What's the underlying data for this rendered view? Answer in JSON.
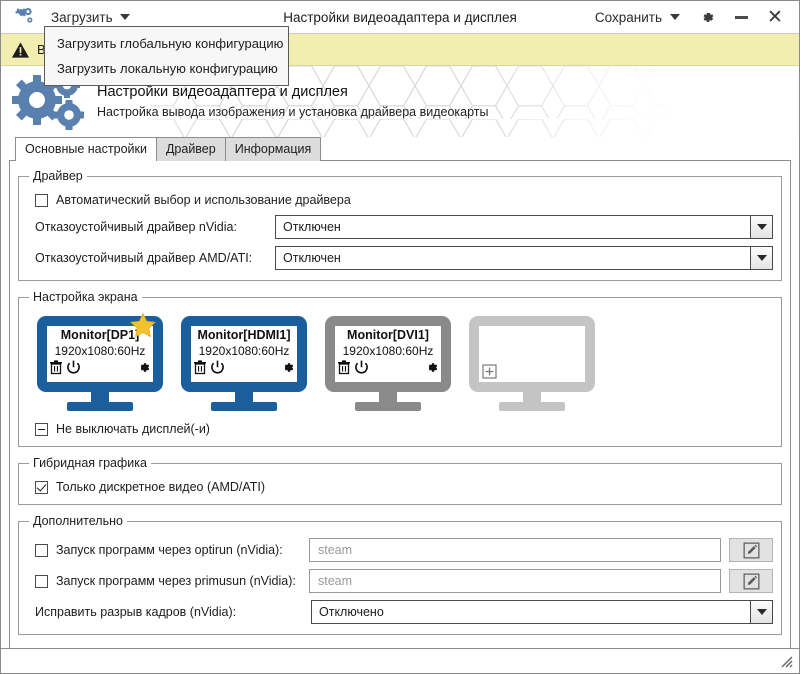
{
  "window": {
    "app_icon": "gears-icon",
    "title": "Настройки видеоадаптера и дисплея",
    "load_menu_label": "Загрузить",
    "save_menu_label": "Сохранить",
    "settings_icon": "gear-icon",
    "minimize_icon": "minimize-icon",
    "close_icon": "close-icon",
    "resize_grip_icon": "resize-grip-icon"
  },
  "dropdown": {
    "open": true,
    "items": [
      {
        "label": "Загрузить глобальную конфигурацию"
      },
      {
        "label": "Загрузить локальную конфигурацию"
      }
    ]
  },
  "warning": {
    "icon": "warning-triangle-icon",
    "text": "В",
    "background": "#f2eeaf"
  },
  "banner": {
    "icon": "gears-icon",
    "title": "Настройки видеоадаптера и дисплея",
    "subtitle": "Настройка вывода изображения и установка драйвера видеокарты"
  },
  "tabs": [
    {
      "label": "Основные настройки",
      "active": true
    },
    {
      "label": "Драйвер",
      "active": false
    },
    {
      "label": "Информация",
      "active": false
    }
  ],
  "driver_group": {
    "legend": "Драйвер",
    "auto_checkbox": {
      "label": "Автоматический выбор и использование драйвера",
      "state": "unchecked"
    },
    "nvidia": {
      "label": "Отказоустойчивый драйвер nVidia:",
      "value": "Отключен"
    },
    "amd": {
      "label": "Отказоустойчивый драйвер AMD/ATI:",
      "value": "Отключен"
    }
  },
  "screen_group": {
    "legend": "Настройка экрана",
    "monitors": [
      {
        "name": "Monitor[DP1]",
        "mode": "1920x1080:60Hz",
        "color": "#1b5e9e",
        "primary": true,
        "star_icon": "star-icon",
        "delete_icon": "trash-icon",
        "power_icon": "power-icon",
        "settings_icon": "gear-icon",
        "empty": false
      },
      {
        "name": "Monitor[HDMI1]",
        "mode": "1920x1080:60Hz",
        "color": "#1b5e9e",
        "primary": false,
        "delete_icon": "trash-icon",
        "power_icon": "power-icon",
        "settings_icon": "gear-icon",
        "empty": false
      },
      {
        "name": "Monitor[DVI1]",
        "mode": "1920x1080:60Hz",
        "color": "#8a8a8a",
        "primary": false,
        "delete_icon": "trash-icon",
        "power_icon": "power-icon",
        "settings_icon": "gear-icon",
        "empty": false
      },
      {
        "name": "",
        "mode": "",
        "color": "#c4c4c4",
        "primary": false,
        "add_icon": "plus-box-icon",
        "empty": true
      }
    ],
    "no_blank_checkbox": {
      "label": "Не выключать дисплей(-и)",
      "state": "partial"
    }
  },
  "hybrid_group": {
    "legend": "Гибридная графика",
    "discrete_checkbox": {
      "label": "Только дискретное видео (AMD/ATI)",
      "state": "checked"
    }
  },
  "extra_group": {
    "legend": "Дополнительно",
    "optirun": {
      "label": "Запуск программ через optirun (nVidia):",
      "state": "unchecked",
      "placeholder": "steam",
      "value": "",
      "edit_icon": "pencil-square-icon"
    },
    "primusrun": {
      "label": "Запуск программ через primusun (nVidia):",
      "state": "unchecked",
      "placeholder": "steam",
      "value": "",
      "edit_icon": "pencil-square-icon"
    },
    "tearfree": {
      "label": "Исправить разрыв кадров (nVidia):",
      "value": "Отключено"
    }
  }
}
